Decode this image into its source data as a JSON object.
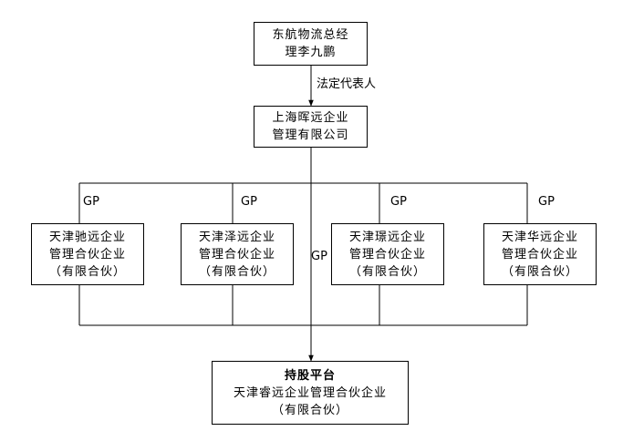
{
  "top": {
    "line1": "东航物流总经",
    "line2": "理李九鹏"
  },
  "edge_top_label": "法定代表人",
  "gp_company": {
    "line1": "上海晖远企业",
    "line2": "管理有限公司"
  },
  "gp_label": "GP",
  "partnerships": [
    {
      "line1": "天津驰远企业",
      "line2": "管理合伙企业",
      "line3": "（有限合伙）"
    },
    {
      "line1": "天津泽远企业",
      "line2": "管理合伙企业",
      "line3": "（有限合伙）"
    },
    {
      "line1": "天津璟远企业",
      "line2": "管理合伙企业",
      "line3": "（有限合伙）"
    },
    {
      "line1": "天津华远企业",
      "line2": "管理合伙企业",
      "line3": "（有限合伙）"
    }
  ],
  "platform": {
    "title": "持股平台",
    "line2": "天津睿远企业管理合伙企业",
    "line3": "（有限合伙）"
  }
}
